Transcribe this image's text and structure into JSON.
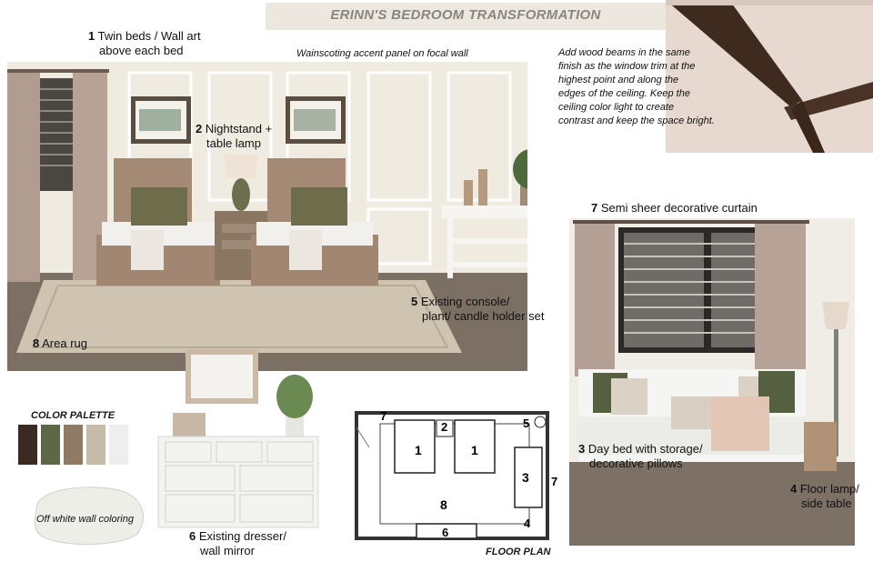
{
  "title": "ERINN'S BEDROOM TRANSFORMATION",
  "notes": {
    "wainscoting": "Wainscoting accent panel on focal wall",
    "beams": [
      "Add wood beams in the same",
      "finish as the window trim at the",
      " highest point and along the",
      "edges of the ceiling.  Keep the",
      " ceiling color light to create",
      "contrast and keep the space bright."
    ]
  },
  "items": [
    {
      "num": "1",
      "lines": [
        "Twin beds / Wall art",
        "above each bed"
      ]
    },
    {
      "num": "2",
      "lines": [
        "Nightstand +",
        "table lamp"
      ]
    },
    {
      "num": "3",
      "lines": [
        "Day bed with storage/",
        "decorative pillows"
      ]
    },
    {
      "num": "4",
      "lines": [
        "Floor lamp/",
        "side table"
      ]
    },
    {
      "num": "5",
      "lines": [
        "Existing console/",
        "plant/ candle holder set"
      ]
    },
    {
      "num": "6",
      "lines": [
        "Existing dresser/",
        "wall mirror"
      ]
    },
    {
      "num": "7",
      "lines": [
        "Semi sheer decorative curtain"
      ]
    },
    {
      "num": "8",
      "lines": [
        "Area rug"
      ]
    }
  ],
  "palette": {
    "title": "COLOR PALETTE",
    "colors": [
      "#3a2a22",
      "#5d6645",
      "#8f7a66",
      "#c6baa9",
      "#eeeeee"
    ],
    "wall_label": "Off white wall coloring",
    "wall_color": "#eeeee8"
  },
  "floor_plan": {
    "title": "FLOOR PLAN",
    "labels": {
      "bed_a": "1",
      "bed_b": "1",
      "nightstand": "2",
      "daybed": "3",
      "floor_lamp": "4",
      "console": "5",
      "dresser": "6",
      "curtain_top": "7",
      "curtain_right": "7",
      "rug": "8"
    }
  }
}
